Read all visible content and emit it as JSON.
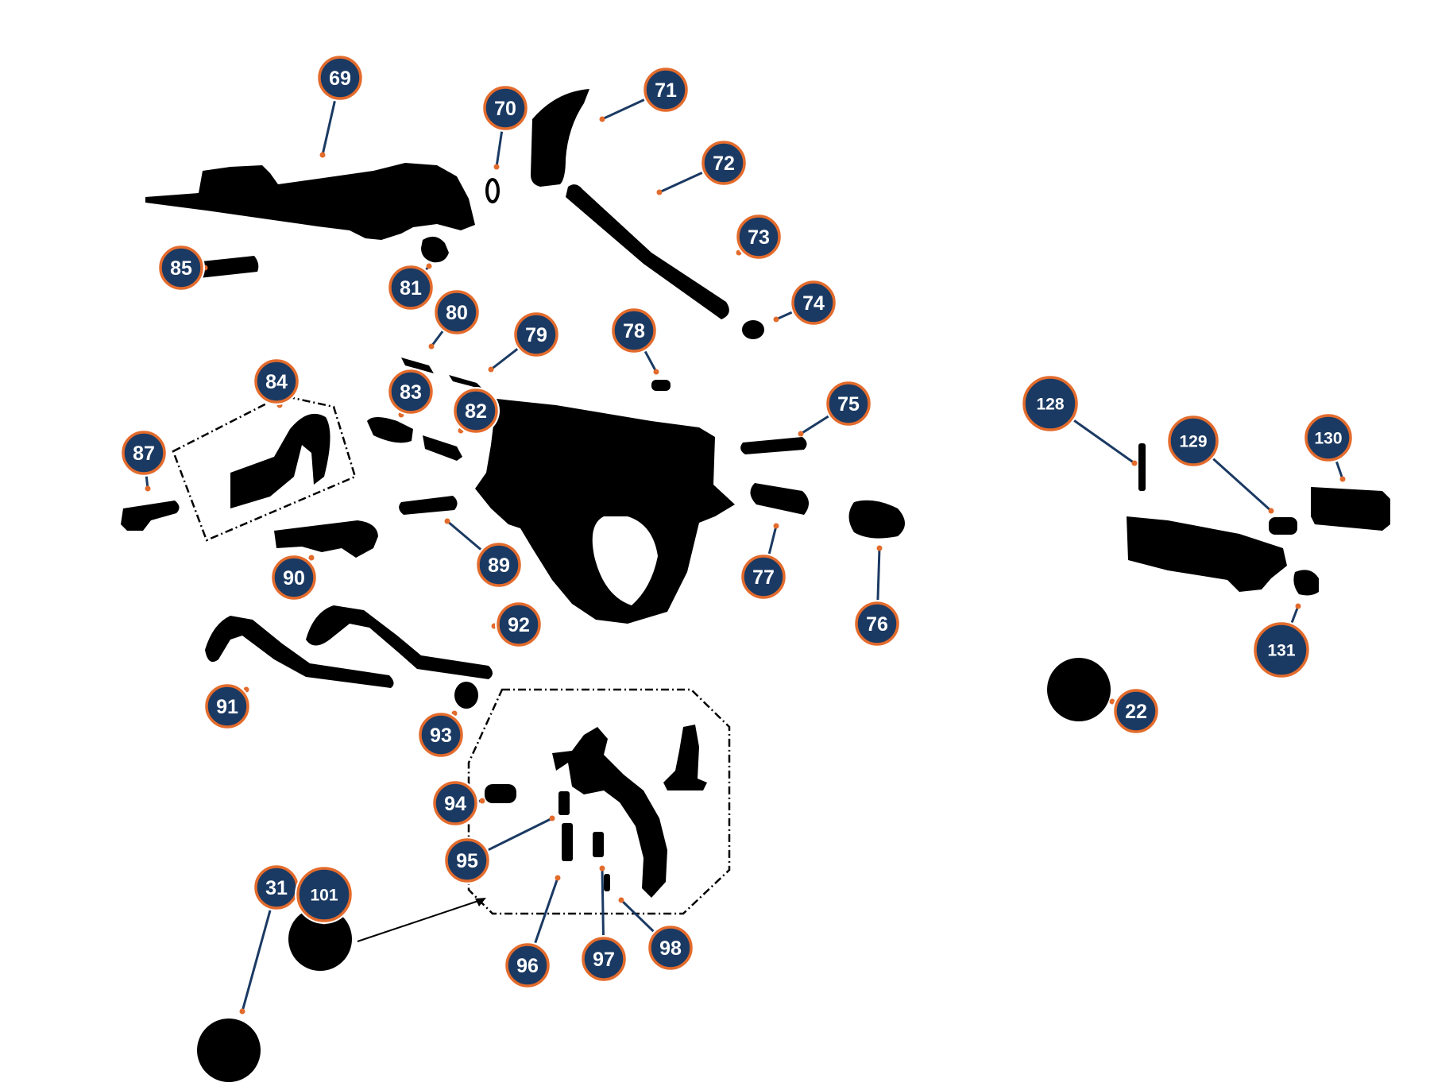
{
  "colors": {
    "badge_fill": "#1b3a63",
    "badge_ring": "#e36b2c",
    "badge_text": "#ffffff",
    "leader": "#1b3a63",
    "part": "#000000",
    "background": "#ffffff"
  },
  "callouts": [
    {
      "label": "69"
    },
    {
      "label": "70"
    },
    {
      "label": "71"
    },
    {
      "label": "72"
    },
    {
      "label": "73"
    },
    {
      "label": "74"
    },
    {
      "label": "85"
    },
    {
      "label": "81"
    },
    {
      "label": "80"
    },
    {
      "label": "79"
    },
    {
      "label": "78"
    },
    {
      "label": "84"
    },
    {
      "label": "83"
    },
    {
      "label": "82"
    },
    {
      "label": "75"
    },
    {
      "label": "87"
    },
    {
      "label": "89"
    },
    {
      "label": "77"
    },
    {
      "label": "76"
    },
    {
      "label": "90"
    },
    {
      "label": "92"
    },
    {
      "label": "91"
    },
    {
      "label": "93"
    },
    {
      "label": "94"
    },
    {
      "label": "95"
    },
    {
      "label": "31"
    },
    {
      "label": "101"
    },
    {
      "label": "96"
    },
    {
      "label": "97"
    },
    {
      "label": "98"
    },
    {
      "label": "128"
    },
    {
      "label": "129"
    },
    {
      "label": "130"
    },
    {
      "label": "131"
    },
    {
      "label": "22"
    }
  ]
}
